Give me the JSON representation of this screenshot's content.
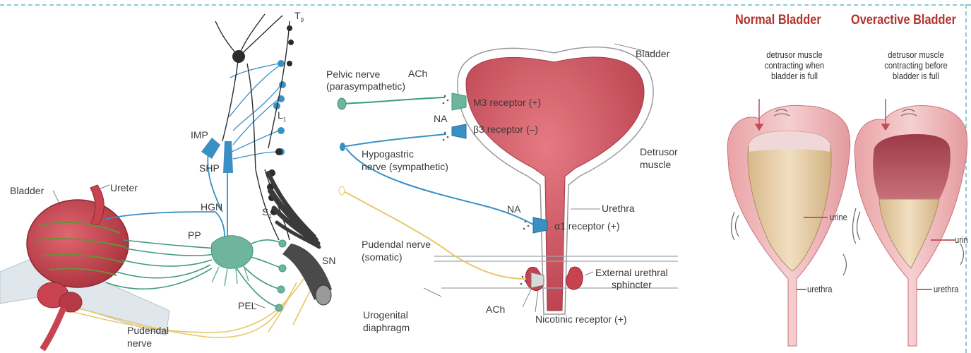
{
  "panel1": {
    "bladder": "Bladder",
    "ureter": "Ureter",
    "t9": "T",
    "t9_sub": "9",
    "l1": "L",
    "l1_sub": "1",
    "s1": "S",
    "s1_sub": "1",
    "imp": "IMP",
    "shp": "SHP",
    "hgn": "HGN",
    "pp": "PP",
    "pel": "PEL",
    "sn": "SN",
    "pudendal_line1": "Pudendal",
    "pudendal_line2": "nerve"
  },
  "panel2": {
    "bladder": "Bladder",
    "pelvic_nerve_line1": "Pelvic nerve",
    "pelvic_nerve_line2": "(parasympathetic)",
    "ach_top": "ACh",
    "na_top": "NA",
    "m3": "M3 receptor (+)",
    "b3": "β3 receptor (–)",
    "hypogastric_line1": "Hypogastric",
    "hypogastric_line2": "nerve (sympathetic)",
    "detrusor_line1": "Detrusor",
    "detrusor_line2": "muscle",
    "urethra": "Urethra",
    "na_mid": "NA",
    "a1": "α1 receptor (+)",
    "pudendal_line1": "Pudendal nerve",
    "pudendal_line2": "(somatic)",
    "ext_sphincter_line1": "External urethral",
    "ext_sphincter_line2": "sphincter",
    "urogenital_line1": "Urogenital",
    "urogenital_line2": "diaphragm",
    "ach_bottom": "ACh",
    "nicotinic": "Nicotinic receptor (+)"
  },
  "panel3": {
    "normal_title": "Normal Bladder",
    "overactive_title": "Overactive Bladder",
    "normal_desc": [
      "detrusor muscle",
      "contracting when",
      "bladder is full"
    ],
    "overactive_desc": [
      "detrusor muscle",
      "contracting before",
      "bladder  is full"
    ],
    "urine": "urine",
    "urine_cut": "urin",
    "urethra_left": "urethra",
    "urethra_right": "urethra"
  },
  "colors": {
    "bladder_red": "#c8434f",
    "nerve_blue": "#3a8fc4",
    "nerve_green": "#3f9a7d",
    "nerve_yellow": "#e8c86a",
    "title_red": "#b2332f",
    "frame_dash": "#8fc9d6"
  }
}
